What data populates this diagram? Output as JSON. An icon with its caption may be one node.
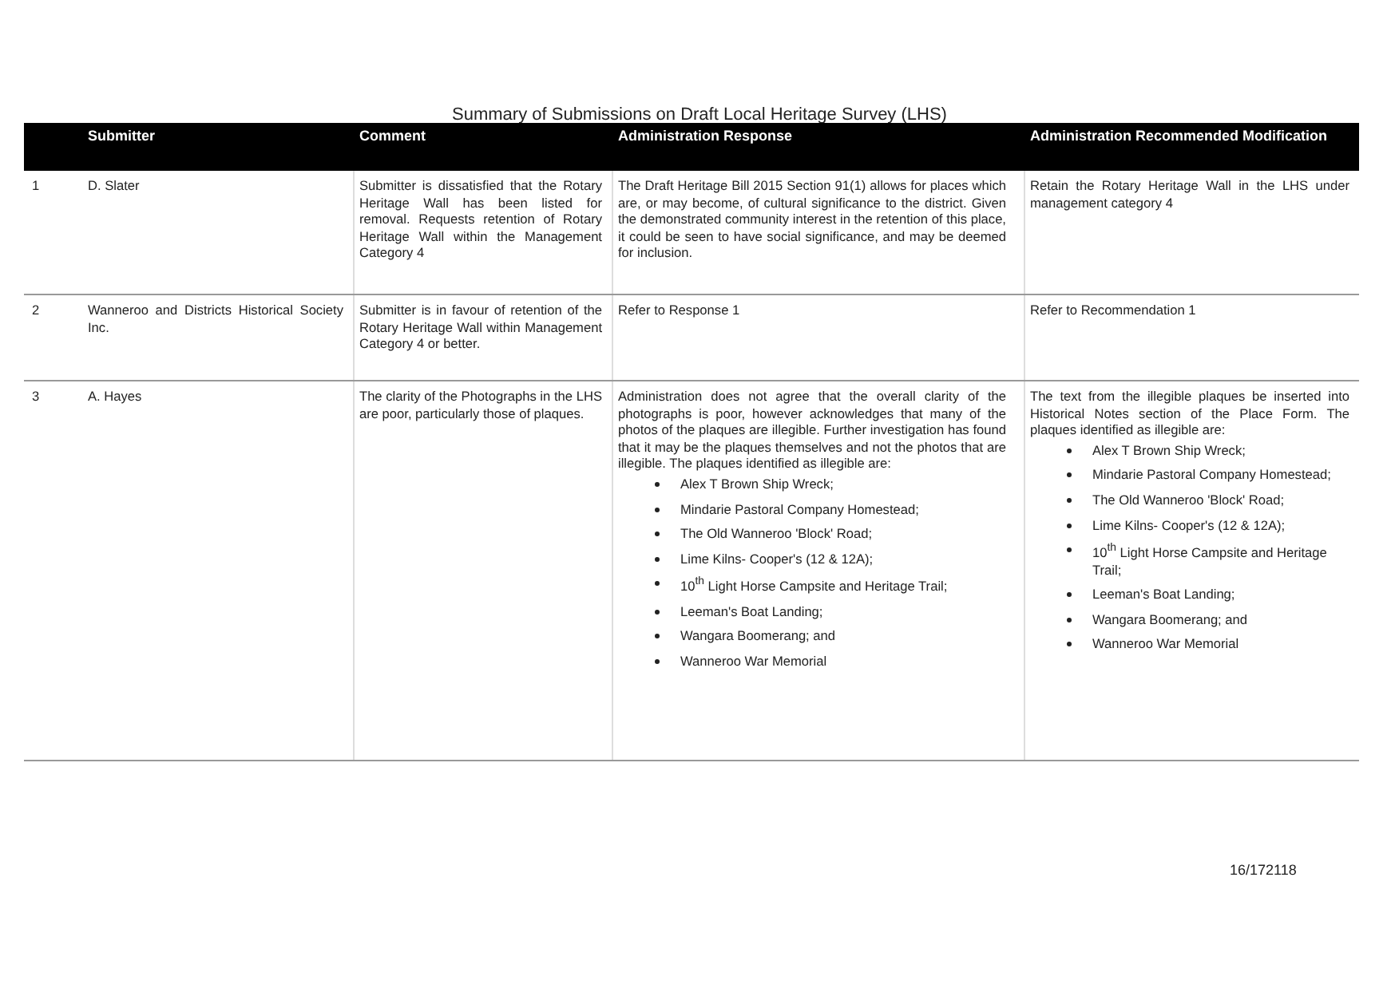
{
  "diagram": {
    "title": "Summary of Submissions on Draft Local Heritage Survey (LHS)",
    "labels": [
      "Submitter",
      "Comment",
      "Administration Response",
      "Administration Recommended Modification",
      "1",
      "D. Slater",
      "Submitter is dissatisfied that the Rotary Heritage Wall has been listed for removal. Requests retention of Rotary Heritage Wall within the Management Category 4",
      "The Draft Heritage Bill 2015 Section 91(1) allows for places which are, or may become, of cultural significance to the district. Given the demonstrated community interest in the retention of this place, it could be seen to have social significance, and may be deemed for inclusion.",
      "Retain the Rotary Heritage Wall in the LHS under management category 4",
      "2",
      "Wanneroo and Districts Historical Society Inc.",
      "Submitter is in favour of retention of the Rotary Heritage Wall within Management Category 4 or better.",
      "Refer to Response 1",
      "Refer to Recommendation 1",
      "3",
      "A. Hayes",
      "The clarity of the Photographs in the LHS are poor, particularly those of plaques.",
      "Administration does not agree that the overall clarity of the photographs is poor, however acknowledges that many of the photos of the plaques are illegible. Further investigation has found that it may be the plaques themselves and not the photos that are illegible. The plaques identified as illegible are:",
      "Alex T Brown Ship Wreck;",
      "Mindarie Pastoral Company Homestead;",
      "The Old Wanneroo 'Block' Road;",
      "Lime Kilns- Cooper's (12 & 12A);",
      "10$^{th}$ Light Horse Campsite and Heritage Trail;",
      "Leeman's Boat Landing;",
      "Wangara Boomerang; and",
      "Wanneroo War Memorial",
      "The text from the illegible plaques be inserted into Historical Notes section of the Place Form. The plaques identified as illegible are:",
      "Alex T Brown Ship Wreck;",
      "Mindarie Pastoral Company Homestead;",
      "The Old Wanneroo 'Block' Road;",
      "Lime Kilns- Cooper's (12 & 12A);",
      "10$^{th}$ Light Horse Campsite and Heritage Trail;",
      "Leeman's Boat Landing;",
      "Wangara Boomerang; and",
      "Wanneroo War Memorial",
      "16/172118"
    ]
  }
}
